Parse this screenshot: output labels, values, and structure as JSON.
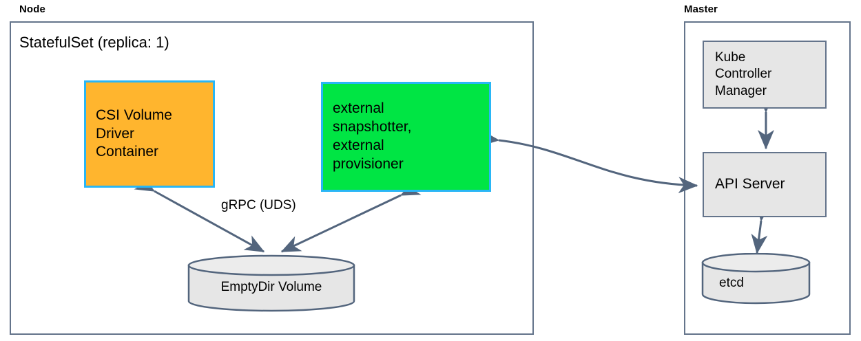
{
  "diagram": {
    "title_node": "Node",
    "title_master": "Master",
    "stateful_set_label": "StatefulSet (replica: 1)",
    "colors": {
      "orange_fill": "#ffb52e",
      "green_fill": "#00e544",
      "cyan_border": "#29b6f6",
      "gray_fill": "#e6e6e6",
      "outline": "#64748b",
      "arrow": "#53657d"
    },
    "node_group": {
      "label": "Node",
      "components": [
        {
          "id": "csi-driver",
          "label": "CSI Volume\nDriver\nContainer",
          "line1": "CSI Volume",
          "line2": "Driver",
          "line3": "Container",
          "fill": "#ffb52e"
        },
        {
          "id": "external-sidecars",
          "label": "external snapshotter, external provisioner",
          "line1": "external",
          "line2": "snapshotter,",
          "line3": "external",
          "line4": "provisioner",
          "fill": "#00e544"
        },
        {
          "id": "emptydir",
          "label": "EmptyDir Volume",
          "shape": "cylinder"
        }
      ]
    },
    "master_group": {
      "label": "Master",
      "components": [
        {
          "id": "kube-controller-manager",
          "line1": "Kube",
          "line2": "Controller",
          "line3": "Manager",
          "label": "Kube Controller Manager"
        },
        {
          "id": "api-server",
          "label": "API Server"
        },
        {
          "id": "etcd",
          "label": "etcd",
          "shape": "cylinder"
        }
      ]
    },
    "edges": [
      {
        "id": "csi-to-emptydir",
        "label": "gRPC (UDS)",
        "from": "csi-driver",
        "to": "emptydir",
        "arrow": "double"
      },
      {
        "id": "sidecars-to-emptydir",
        "label": "",
        "from": "external-sidecars",
        "to": "emptydir",
        "arrow": "double"
      },
      {
        "id": "sidecars-to-apiserver",
        "label": "",
        "from": "external-sidecars",
        "to": "api-server",
        "arrow": "double"
      },
      {
        "id": "kcm-to-apiserver",
        "label": "",
        "from": "kube-controller-manager",
        "to": "api-server",
        "arrow": "double"
      },
      {
        "id": "apiserver-to-etcd",
        "label": "",
        "from": "api-server",
        "to": "etcd",
        "arrow": "double"
      }
    ],
    "edge_labels": {
      "grpc": "gRPC (UDS)"
    }
  }
}
